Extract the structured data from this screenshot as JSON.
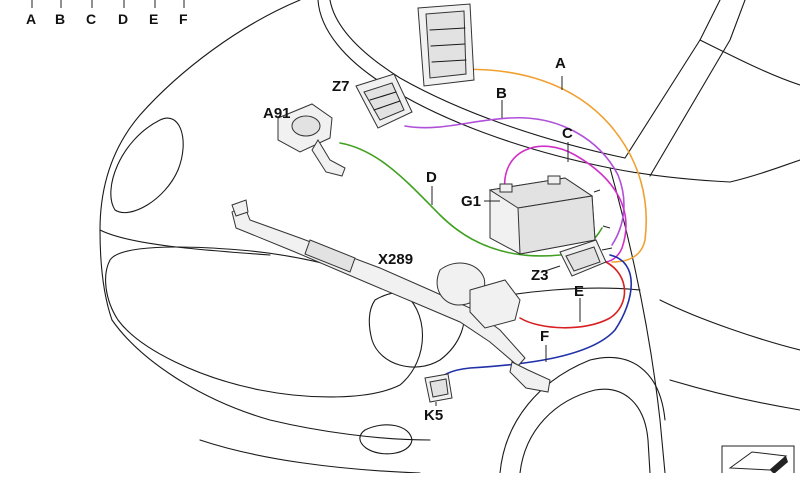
{
  "legend_top": [
    "A",
    "B",
    "C",
    "D",
    "E",
    "F"
  ],
  "components": {
    "z7": "Z7",
    "a91": "A91",
    "g1": "G1",
    "x289": "X289",
    "z3": "Z3",
    "k5": "K5"
  },
  "wires": {
    "a": "A",
    "b": "B",
    "c": "C",
    "d": "D",
    "e": "E",
    "f": "F"
  },
  "colors": {
    "wire_a": "#f0a030",
    "wire_b": "#b050d8",
    "wire_c": "#d030c8",
    "wire_d": "#40a020",
    "wire_e": "#d82020",
    "wire_f": "#2030a8"
  }
}
